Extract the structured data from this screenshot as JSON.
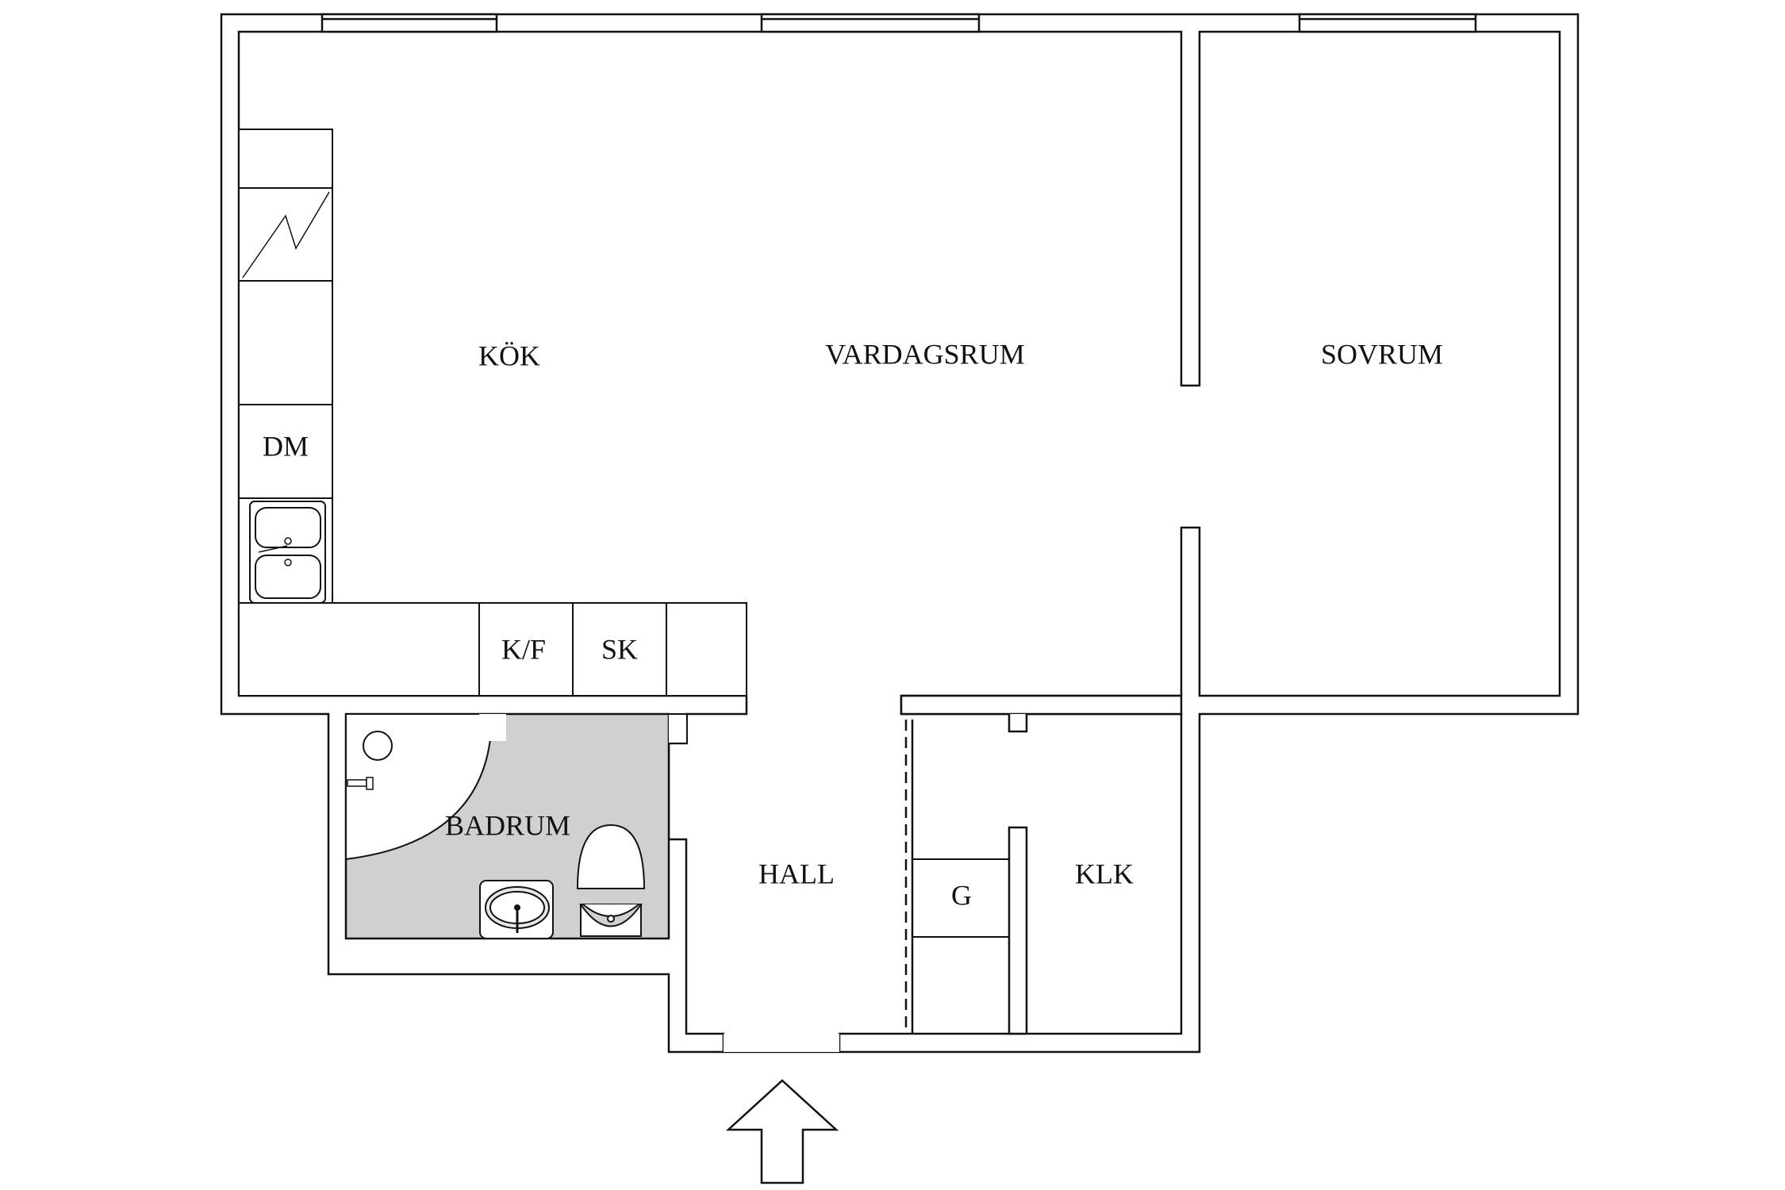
{
  "rooms": {
    "kok": "KÖK",
    "vardagsrum": "VARDAGSRUM",
    "sovrum": "SOVRUM",
    "badrum": "BADRUM",
    "hall": "HALL",
    "klk": "KLK"
  },
  "fixtures": {
    "dishwasher": "DM",
    "fridge_freezer": "K/F",
    "cabinet": "SK",
    "wardrobe": "G"
  },
  "icons": {
    "stove": "stove-icon",
    "sink": "double-sink-icon",
    "washbasin": "washbasin-icon",
    "toilet": "toilet-icon",
    "shower": "shower-icon",
    "entrance": "entrance-arrow-icon"
  },
  "colors": {
    "wall": "#111111",
    "bathroom_floor": "#d0d0d0",
    "background": "#ffffff"
  }
}
